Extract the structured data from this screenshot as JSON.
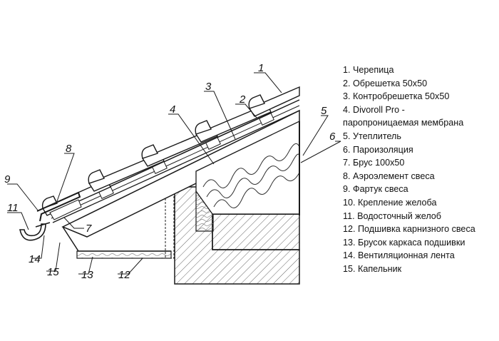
{
  "legend": {
    "items": [
      "1. Черепица",
      "2. Обрешетка 50х50",
      "3. Контробрешетка 50х50",
      "4. Divoroll Pro -",
      "паропроницаемая мембрана",
      "5. Утеплитель",
      "6. Пароизоляция",
      "7. Брус 100х50",
      "8. Аэроэлемент свеса",
      "9. Фартук свеса",
      "10. Крепление желоба",
      "11. Водосточный желоб",
      "12. Подшивка карнизного свеса",
      "13. Брусок каркаса подшивки",
      "14. Вентиляционная лента",
      "15. Капельник"
    ]
  },
  "callouts": {
    "c1": "1",
    "c2": "2",
    "c3": "3",
    "c4": "4",
    "c5": "5",
    "c6": "6",
    "c7": "7",
    "c8": "8",
    "c9": "9",
    "c11": "11",
    "c12": "12",
    "c13": "13",
    "c14": "14",
    "c15": "15"
  },
  "colors": {
    "line": "#1a1a1a",
    "hatch": "#555555",
    "shade": "#d9d9d9"
  }
}
